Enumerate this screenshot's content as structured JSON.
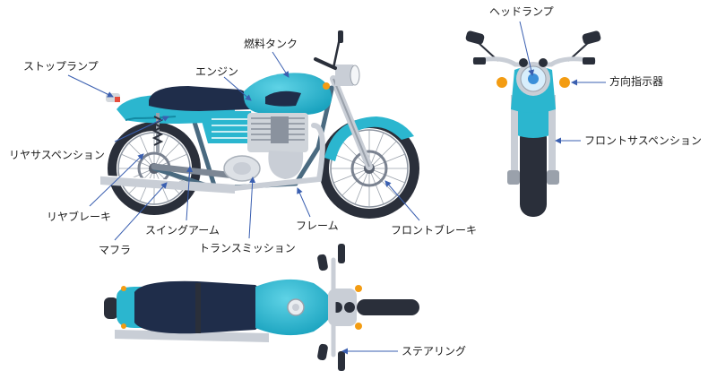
{
  "labels": {
    "fuel_tank": "燃料タンク",
    "stop_lamp": "ストップランプ",
    "engine": "エンジン",
    "rear_suspension": "リヤサスペンション",
    "rear_brake": "リヤブレーキ",
    "muffler": "マフラ",
    "swing_arm": "スイングアーム",
    "transmission": "トランスミッション",
    "frame": "フレーム",
    "front_brake": "フロントブレーキ",
    "headlamp": "ヘッドランプ",
    "turn_signal": "方向指示器",
    "front_suspension": "フロントサスペンション",
    "steering": "ステアリング"
  },
  "colors": {
    "body": "#2bb6cf",
    "body_dark": "#138aa3",
    "seat": "#1f2d4a",
    "tire": "#2a2f3a",
    "chrome": "#c9ced6",
    "arrow": "#3a5fb0",
    "signal": "#f39c12",
    "lamp_red": "#e74c3c"
  }
}
